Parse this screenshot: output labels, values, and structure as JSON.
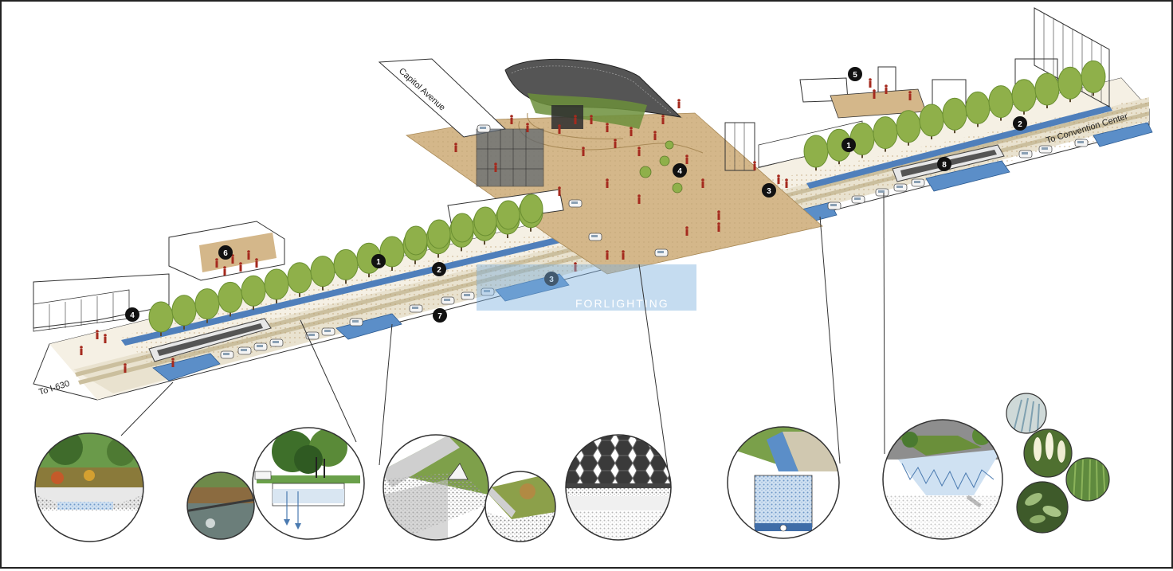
{
  "labels": {
    "capitol_avenue": "Capitol Avenue",
    "to_convention_center": "To Convention Center",
    "to_i630": "To I-630"
  },
  "markers": [
    "1",
    "2",
    "3",
    "4",
    "5",
    "6",
    "7",
    "8"
  ],
  "watermark": {
    "line1": "FORLIGHTING"
  },
  "colors": {
    "plaza": "#d4b78a",
    "plaza_dark": "#c2a070",
    "tree": "#8fb04a",
    "tree_dark": "#6a8f31",
    "water": "#5b8ec8",
    "road": "#e9e2cf",
    "people": "#a52a1e",
    "marker": "#111111"
  },
  "detail_icons": [
    "rain-garden-detail",
    "stone-edge-channel-detail",
    "tree-trench-section-detail",
    "curb-inlet-detail",
    "curb-planter-detail",
    "permeable-paver-detail",
    "infiltration-trench-detail",
    "bioswale-section-detail",
    "blue-grass-plant",
    "flowering-plant",
    "reed-grass-plant",
    "leafy-shrub-plant"
  ]
}
